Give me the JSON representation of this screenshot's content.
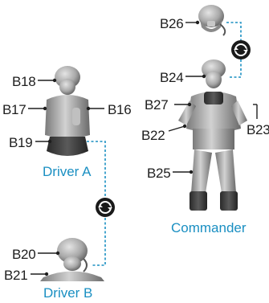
{
  "labels": {
    "b26": "B26",
    "b24": "B24",
    "b18": "B18",
    "b17": "B17",
    "b16": "B16",
    "b19": "B19",
    "b27": "B27",
    "b23": "B23",
    "b22": "B22",
    "b25": "B25",
    "b20": "B20",
    "b21": "B21"
  },
  "captions": {
    "driver_a": "Driver A",
    "driver_b": "Driver B",
    "commander": "Commander"
  },
  "colors": {
    "caption": "#1a8fc2",
    "connector": "#1a8fc2",
    "label": "#1e1e1e",
    "figure": "#9a9a9a"
  },
  "icons": {
    "swap": "rotate-swap-icon"
  }
}
